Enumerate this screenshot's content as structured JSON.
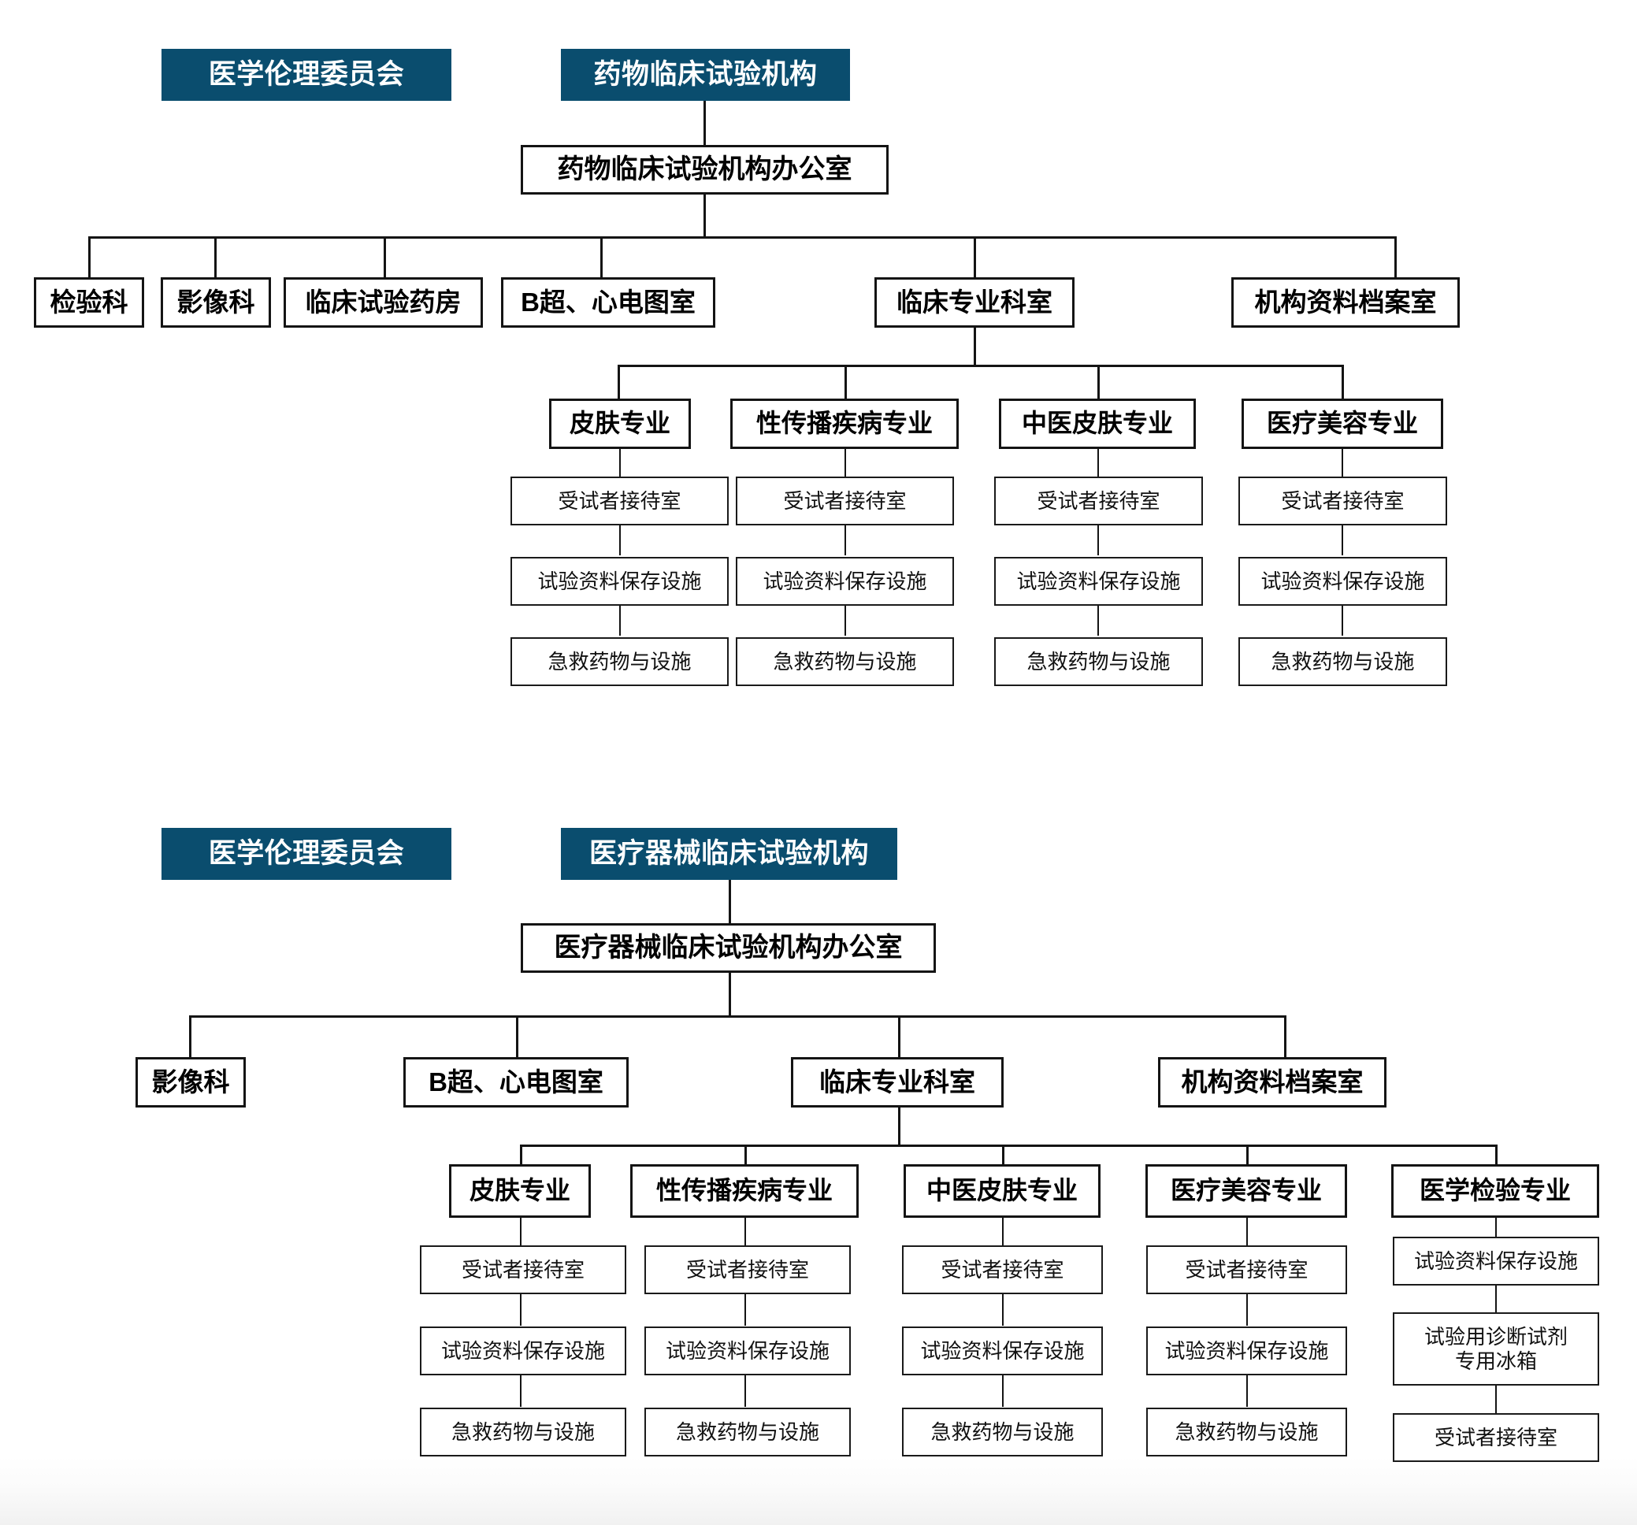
{
  "theme": {
    "banner_bg": "#0a4d6e",
    "banner_text": "#ffffff",
    "box_border": "#141414",
    "box_bg": "#ffffff",
    "page_bg": "#ffffff"
  },
  "charts": [
    {
      "id": "drug-clinical-trial-org",
      "ethics_committee": "医学伦理委员会",
      "institution": "药物临床试验机构",
      "office": "药物临床试验机构办公室",
      "departments": [
        "检验科",
        "影像科",
        "临床试验药房",
        "B超、心电图室",
        "临床专业科室",
        "机构资料档案室"
      ],
      "clinical_dept_label": "临床专业科室",
      "specialties": [
        {
          "name": "皮肤专业",
          "facilities": [
            "受试者接待室",
            "试验资料保存设施",
            "急救药物与设施"
          ]
        },
        {
          "name": "性传播疾病专业",
          "facilities": [
            "受试者接待室",
            "试验资料保存设施",
            "急救药物与设施"
          ]
        },
        {
          "name": "中医皮肤专业",
          "facilities": [
            "受试者接待室",
            "试验资料保存设施",
            "急救药物与设施"
          ]
        },
        {
          "name": "医疗美容专业",
          "facilities": [
            "受试者接待室",
            "试验资料保存设施",
            "急救药物与设施"
          ]
        }
      ]
    },
    {
      "id": "medical-device-clinical-trial-org",
      "ethics_committee": "医学伦理委员会",
      "institution": "医疗器械临床试验机构",
      "office": "医疗器械临床试验机构办公室",
      "departments": [
        "影像科",
        "B超、心电图室",
        "临床专业科室",
        "机构资料档案室"
      ],
      "clinical_dept_label": "临床专业科室",
      "specialties": [
        {
          "name": "皮肤专业",
          "facilities": [
            "受试者接待室",
            "试验资料保存设施",
            "急救药物与设施"
          ]
        },
        {
          "name": "性传播疾病专业",
          "facilities": [
            "受试者接待室",
            "试验资料保存设施",
            "急救药物与设施"
          ]
        },
        {
          "name": "中医皮肤专业",
          "facilities": [
            "受试者接待室",
            "试验资料保存设施",
            "急救药物与设施"
          ]
        },
        {
          "name": "医疗美容专业",
          "facilities": [
            "受试者接待室",
            "试验资料保存设施",
            "急救药物与设施"
          ]
        },
        {
          "name": "医学检验专业",
          "facilities": [
            "试验资料保存设施",
            "试验用诊断试剂\n专用冰箱",
            "受试者接待室"
          ]
        }
      ]
    }
  ]
}
